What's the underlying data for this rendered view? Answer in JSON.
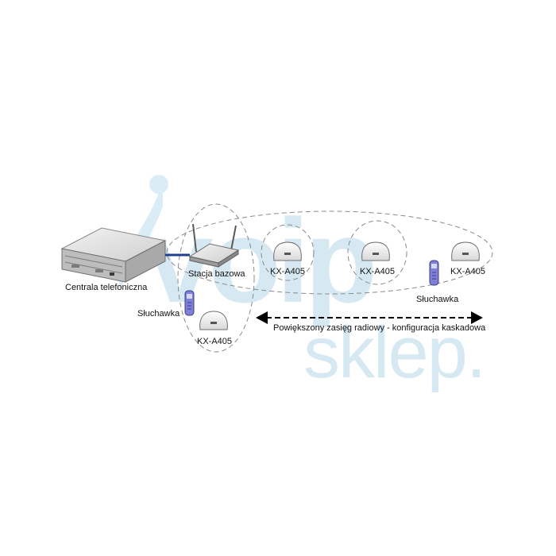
{
  "watermark": {
    "brand_top": "voip",
    "brand_bottom": "sklep."
  },
  "devices": {
    "pbx": {
      "label": "Centrala telefoniczna",
      "icon": "pbx-icon"
    },
    "base_station": {
      "label": "Stacja bazowa",
      "icon": "antenna-base-station-icon"
    },
    "repeaters": [
      {
        "label": "KX-A405",
        "icon": "repeater-icon"
      },
      {
        "label": "KX-A405",
        "icon": "repeater-icon"
      },
      {
        "label": "KX-A405",
        "icon": "repeater-icon"
      },
      {
        "label": "KX-A405",
        "icon": "repeater-icon"
      }
    ],
    "handsets": [
      {
        "label": "Słuchawka",
        "icon": "handset-icon"
      },
      {
        "label": "Słuchawka",
        "icon": "handset-icon"
      }
    ]
  },
  "range_arrow": {
    "label": "Powiększony zasięg radiowy - konfiguracja kaskadowa"
  },
  "colors": {
    "link": "#1f3f8f",
    "device": "#e9e9e9",
    "handset": "#7f7fd6",
    "watermark": "#cfe6f2",
    "coverage": "#8a8a8a"
  }
}
